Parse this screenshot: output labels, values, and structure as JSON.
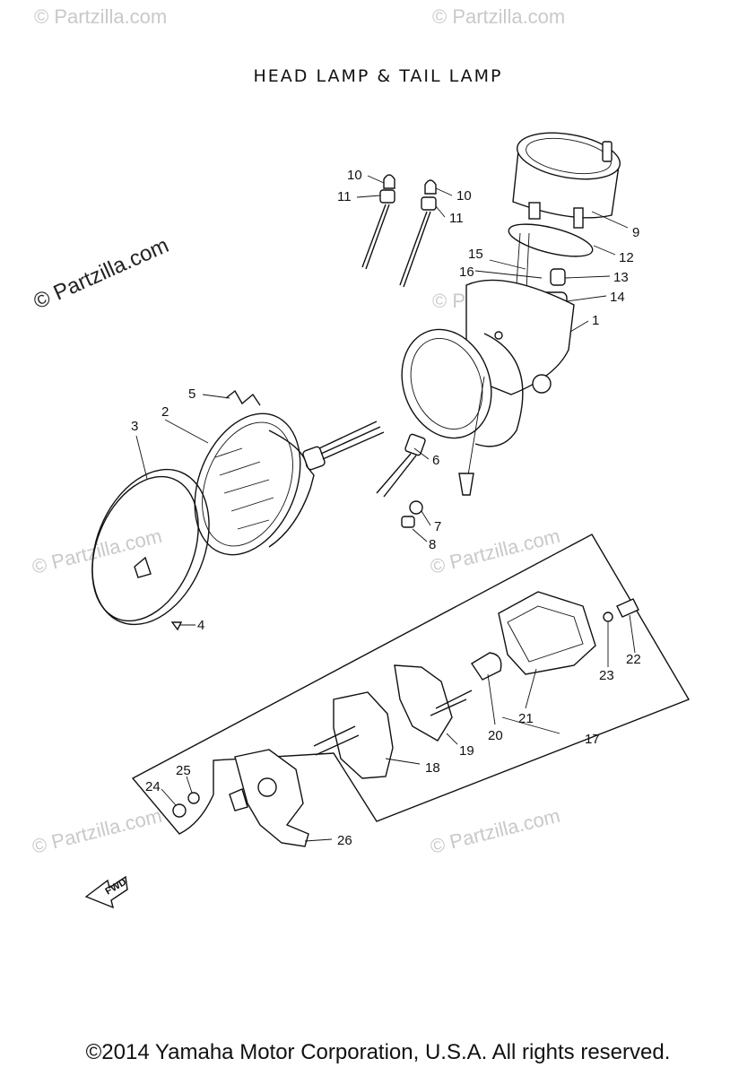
{
  "title": "HEAD LAMP & TAIL  LAMP",
  "footer": "©2014 Yamaha Motor Corporation, U.S.A. All rights reserved.",
  "watermark": "© Partzilla.com",
  "fwd_label": "FWD",
  "callouts": [
    "1",
    "2",
    "3",
    "4",
    "5",
    "6",
    "7",
    "8",
    "9",
    "10",
    "10",
    "11",
    "11",
    "12",
    "13",
    "14",
    "15",
    "16",
    "17",
    "18",
    "19",
    "20",
    "21",
    "22",
    "23",
    "24",
    "25",
    "26"
  ]
}
